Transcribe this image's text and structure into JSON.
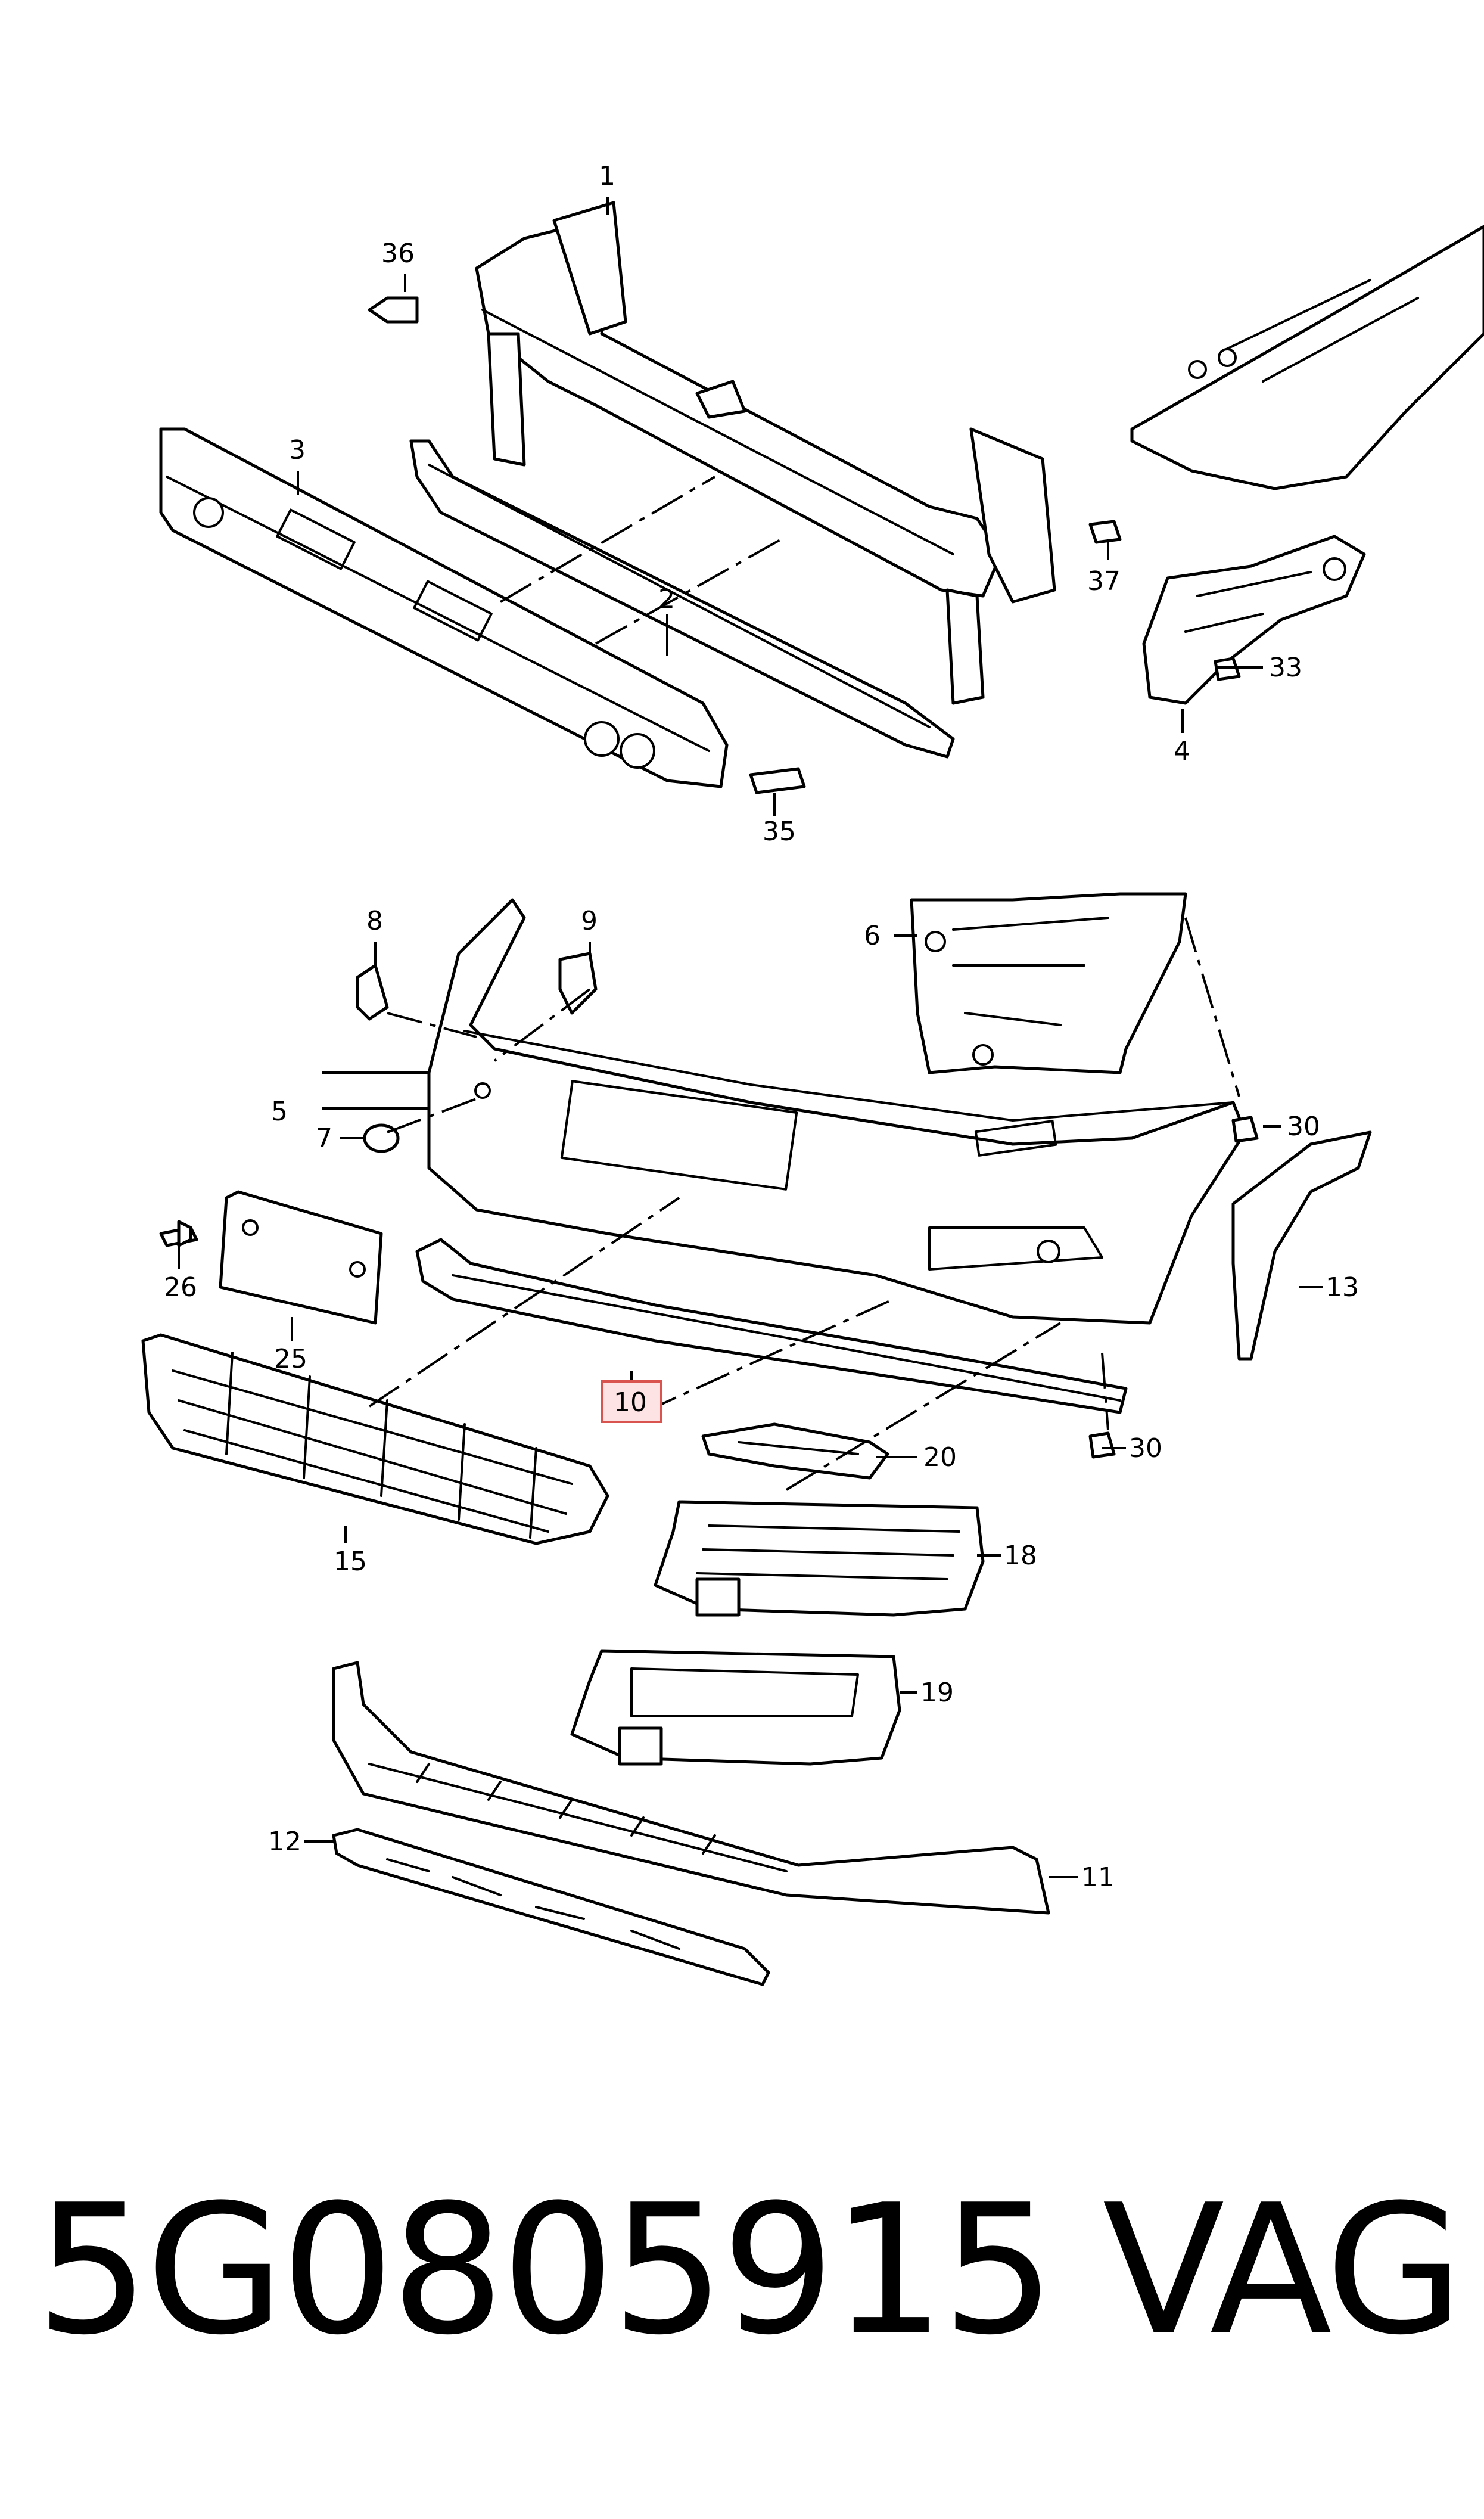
{
  "callouts": {
    "c1": "1",
    "c2": "2",
    "c3": "3",
    "c4": "4",
    "c5": "5",
    "c6": "6",
    "c7": "7",
    "c8": "8",
    "c9": "9",
    "c10": "10",
    "c11": "11",
    "c12": "12",
    "c13": "13",
    "c15": "15",
    "c18": "18",
    "c19": "19",
    "c20": "20",
    "c25": "25",
    "c26": "26",
    "c30a": "30",
    "c30b": "30",
    "c33": "33",
    "c35": "35",
    "c36": "36",
    "c37": "37"
  },
  "highlighted_callout": "10",
  "highlight_color": "#d9534f",
  "footer": {
    "part_number": "5G0805915",
    "brand": "VAG"
  }
}
